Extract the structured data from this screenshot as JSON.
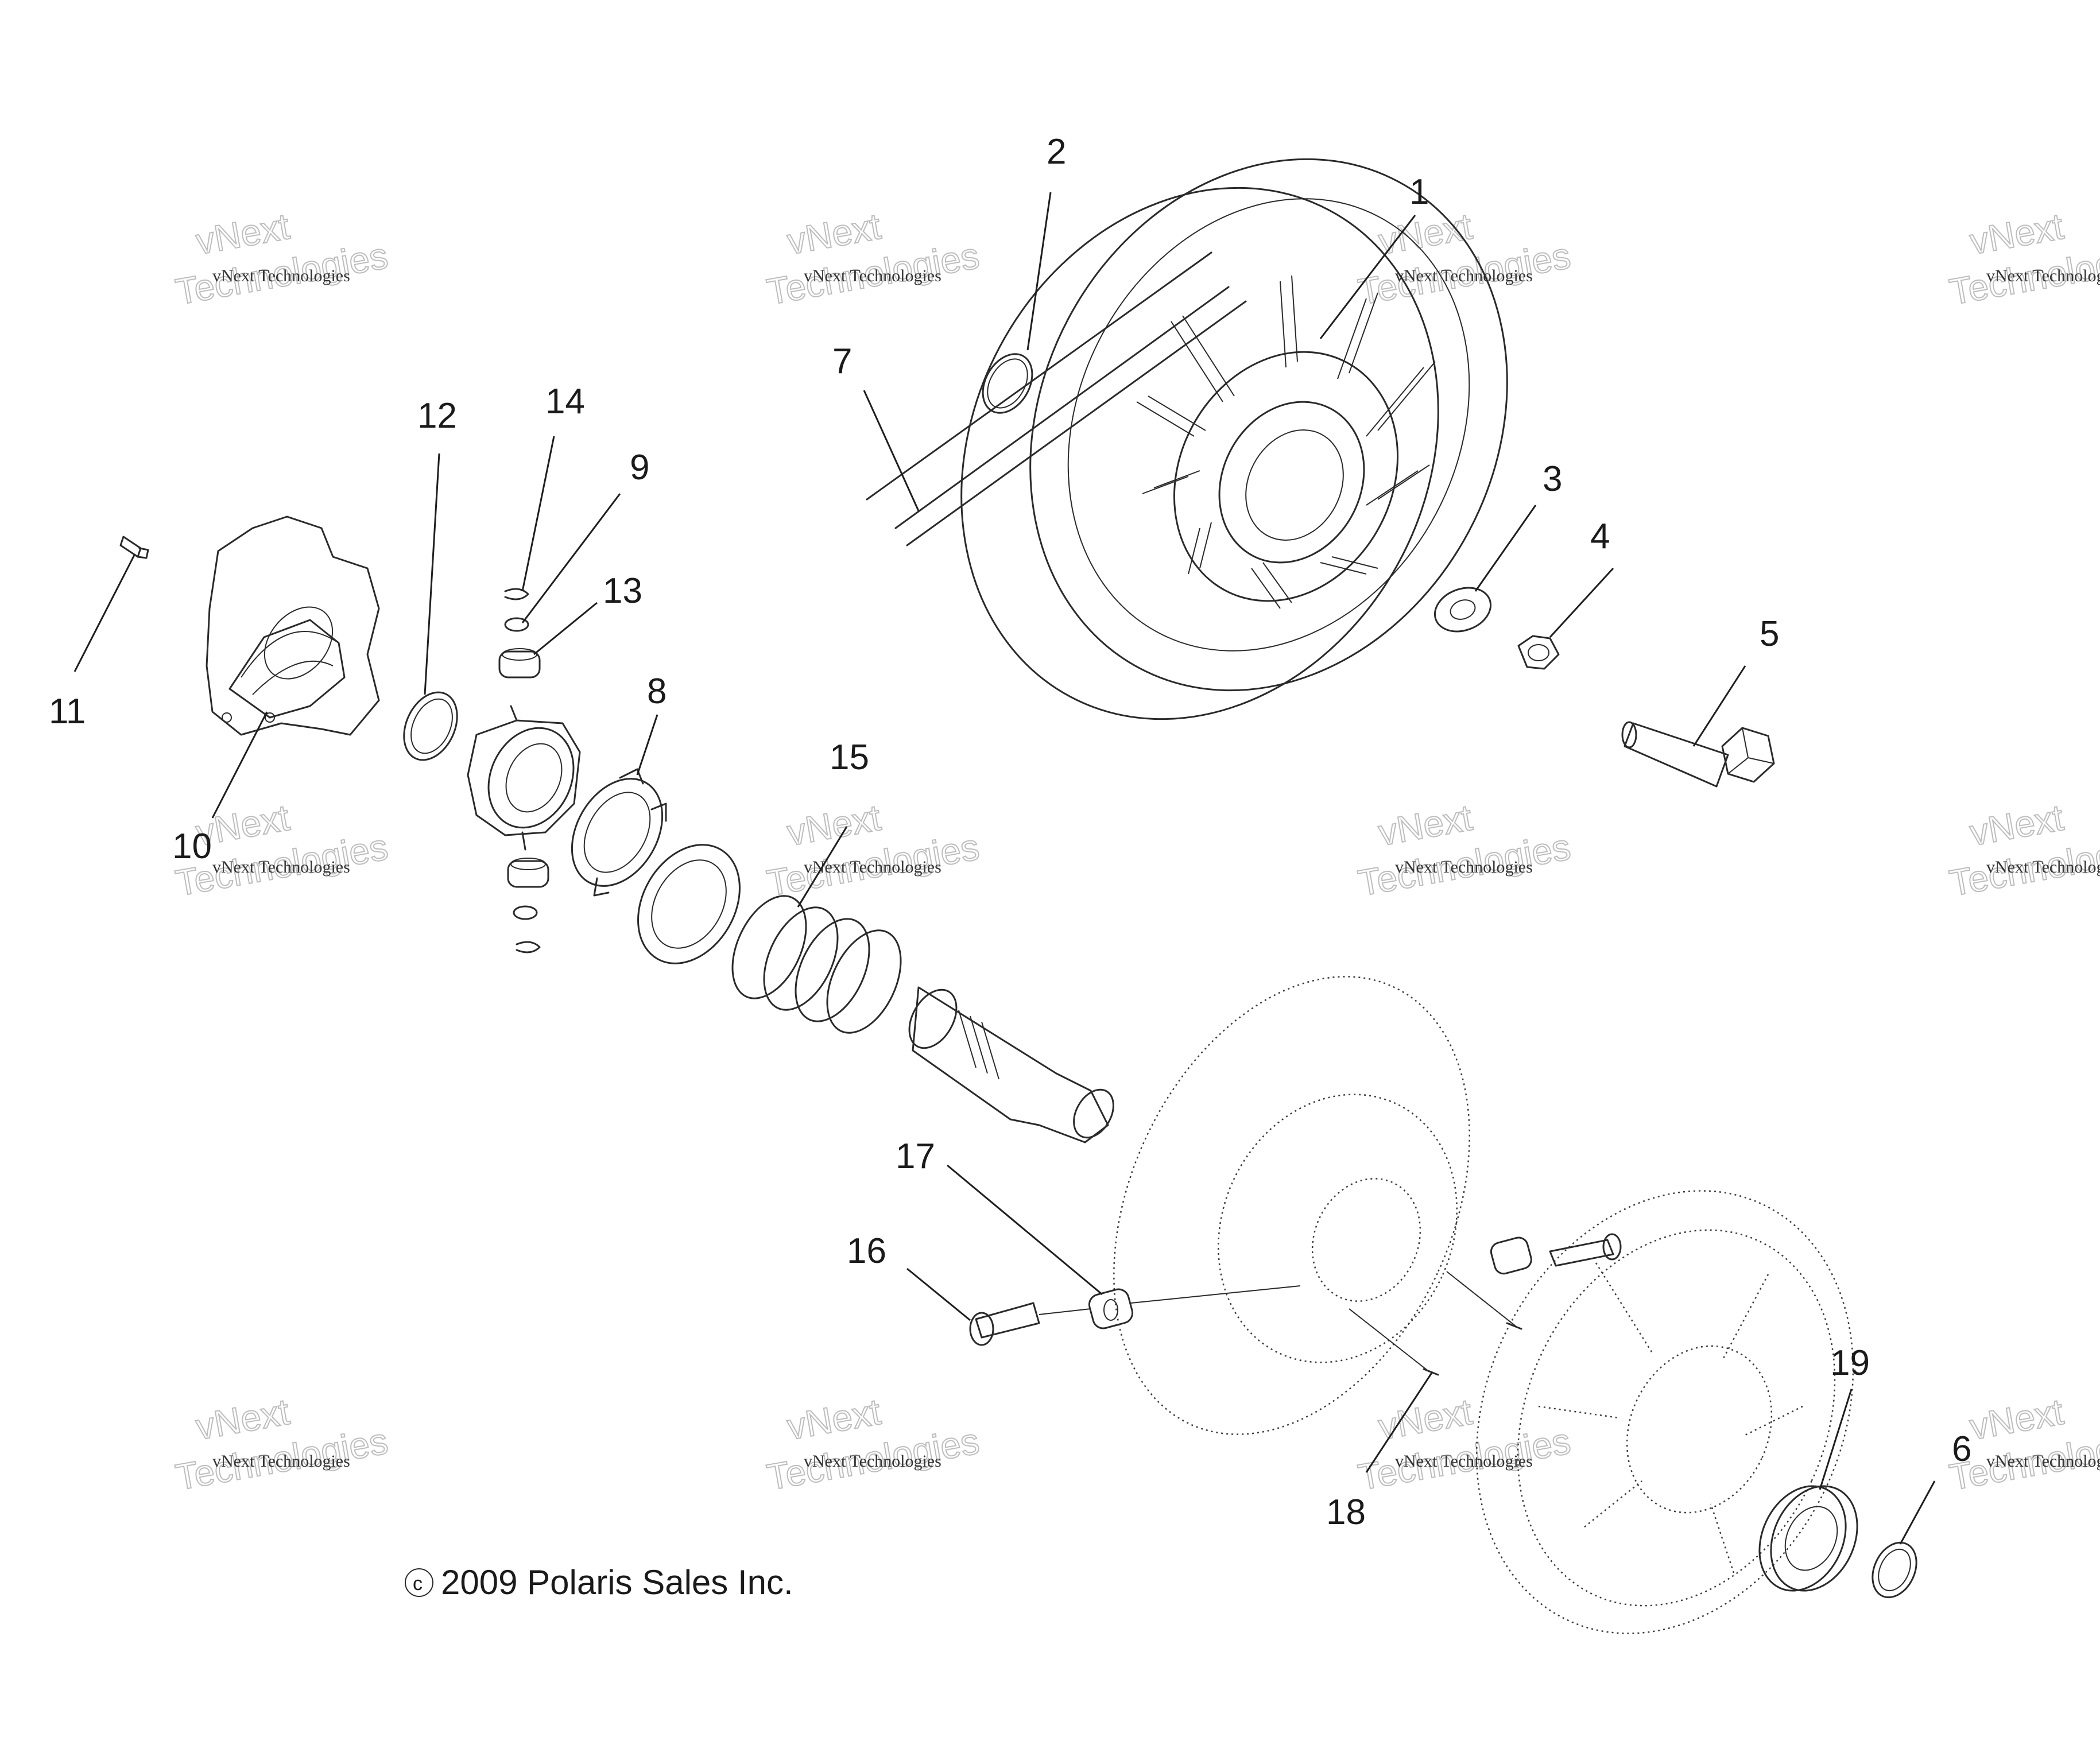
{
  "callouts": [
    {
      "id": "1",
      "label": "1"
    },
    {
      "id": "2",
      "label": "2"
    },
    {
      "id": "3",
      "label": "3"
    },
    {
      "id": "4",
      "label": "4"
    },
    {
      "id": "5",
      "label": "5"
    },
    {
      "id": "6",
      "label": "6"
    },
    {
      "id": "7",
      "label": "7"
    },
    {
      "id": "8",
      "label": "8"
    },
    {
      "id": "9",
      "label": "9"
    },
    {
      "id": "10",
      "label": "10"
    },
    {
      "id": "11",
      "label": "11"
    },
    {
      "id": "12",
      "label": "12"
    },
    {
      "id": "13",
      "label": "13"
    },
    {
      "id": "14",
      "label": "14"
    },
    {
      "id": "15",
      "label": "15"
    },
    {
      "id": "16",
      "label": "16"
    },
    {
      "id": "17",
      "label": "17"
    },
    {
      "id": "18",
      "label": "18"
    },
    {
      "id": "19",
      "label": "19"
    }
  ],
  "watermark": {
    "small": "vNext Technologies",
    "large_line1": "vNext",
    "large_line2": "Technologies"
  },
  "copyright": "2009 Polaris Sales Inc."
}
